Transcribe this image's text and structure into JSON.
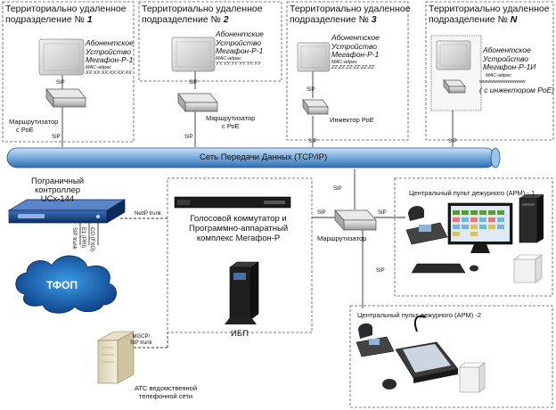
{
  "regions": [
    {
      "title_prefix": "Территориально удаленное подразделение №",
      "num": "1",
      "device": [
        "Абонентское",
        "Устройство",
        "Мегафон-Р-1"
      ],
      "mac_label": "MAC-адрес",
      "mac": "XX:XX:XX:XX:XX:XX",
      "router": [
        "Маршрутизатор",
        "с РоЕ"
      ]
    },
    {
      "title_prefix": "Территориально удаленное подразделение №",
      "num": "2",
      "device": [
        "Абонентские",
        "Устройство",
        "Мегафон-Р-1"
      ],
      "mac_label": "MAC-адрес",
      "mac": "YY:YY:YY:YY:YY:YY",
      "router": [
        "Маршрутизатор",
        "с РоЕ"
      ]
    },
    {
      "title_prefix": "Территориально удаленное подразделение №",
      "num": "3",
      "device": [
        "Абонентское",
        "Устройство",
        "Мегафон-Р-1"
      ],
      "mac_label": "MAC-адрес",
      "mac": "ZZ:ZZ:ZZ:ZZ:ZZ:ZZ",
      "router": [
        "Инжектор РоЕ"
      ]
    },
    {
      "title_prefix": "Территориально удаленное подразделение №",
      "num": "N",
      "device": [
        "Абонентское",
        "Устройство",
        "Мегафон-Р-1И"
      ],
      "mac_label": "MAC-адрес",
      "mac": "wwwwwwwwwwwww",
      "extra": "( с инжектором РоЕ)"
    }
  ],
  "network_label": "Сеть Передачи Данных (TCP/IP)",
  "sip": "SIP",
  "border_controller": [
    "Пограничный",
    "контроллер",
    "UCx-144"
  ],
  "netip_trunk": "NetIP trunk",
  "trunk_labels": [
    "SIP trunk",
    "E1 (PRI)",
    "CO (FXO)"
  ],
  "pstn": "ТФОП",
  "switch_label": [
    "Голосовой коммутатор и",
    "Программно-аппаратный",
    "комплекс Мегафон-Р"
  ],
  "ups": "ИБП",
  "core_router": "Маршрутизатор",
  "console1": "Центральный пульт дежурного (АРМ) - 1",
  "console2": "Центральный пульт дежурного (АРМ) -2",
  "mgcp": [
    "MGCP/",
    "SIP trunk"
  ],
  "pbx": [
    "АТС ведомственной",
    "телефонной сети"
  ]
}
